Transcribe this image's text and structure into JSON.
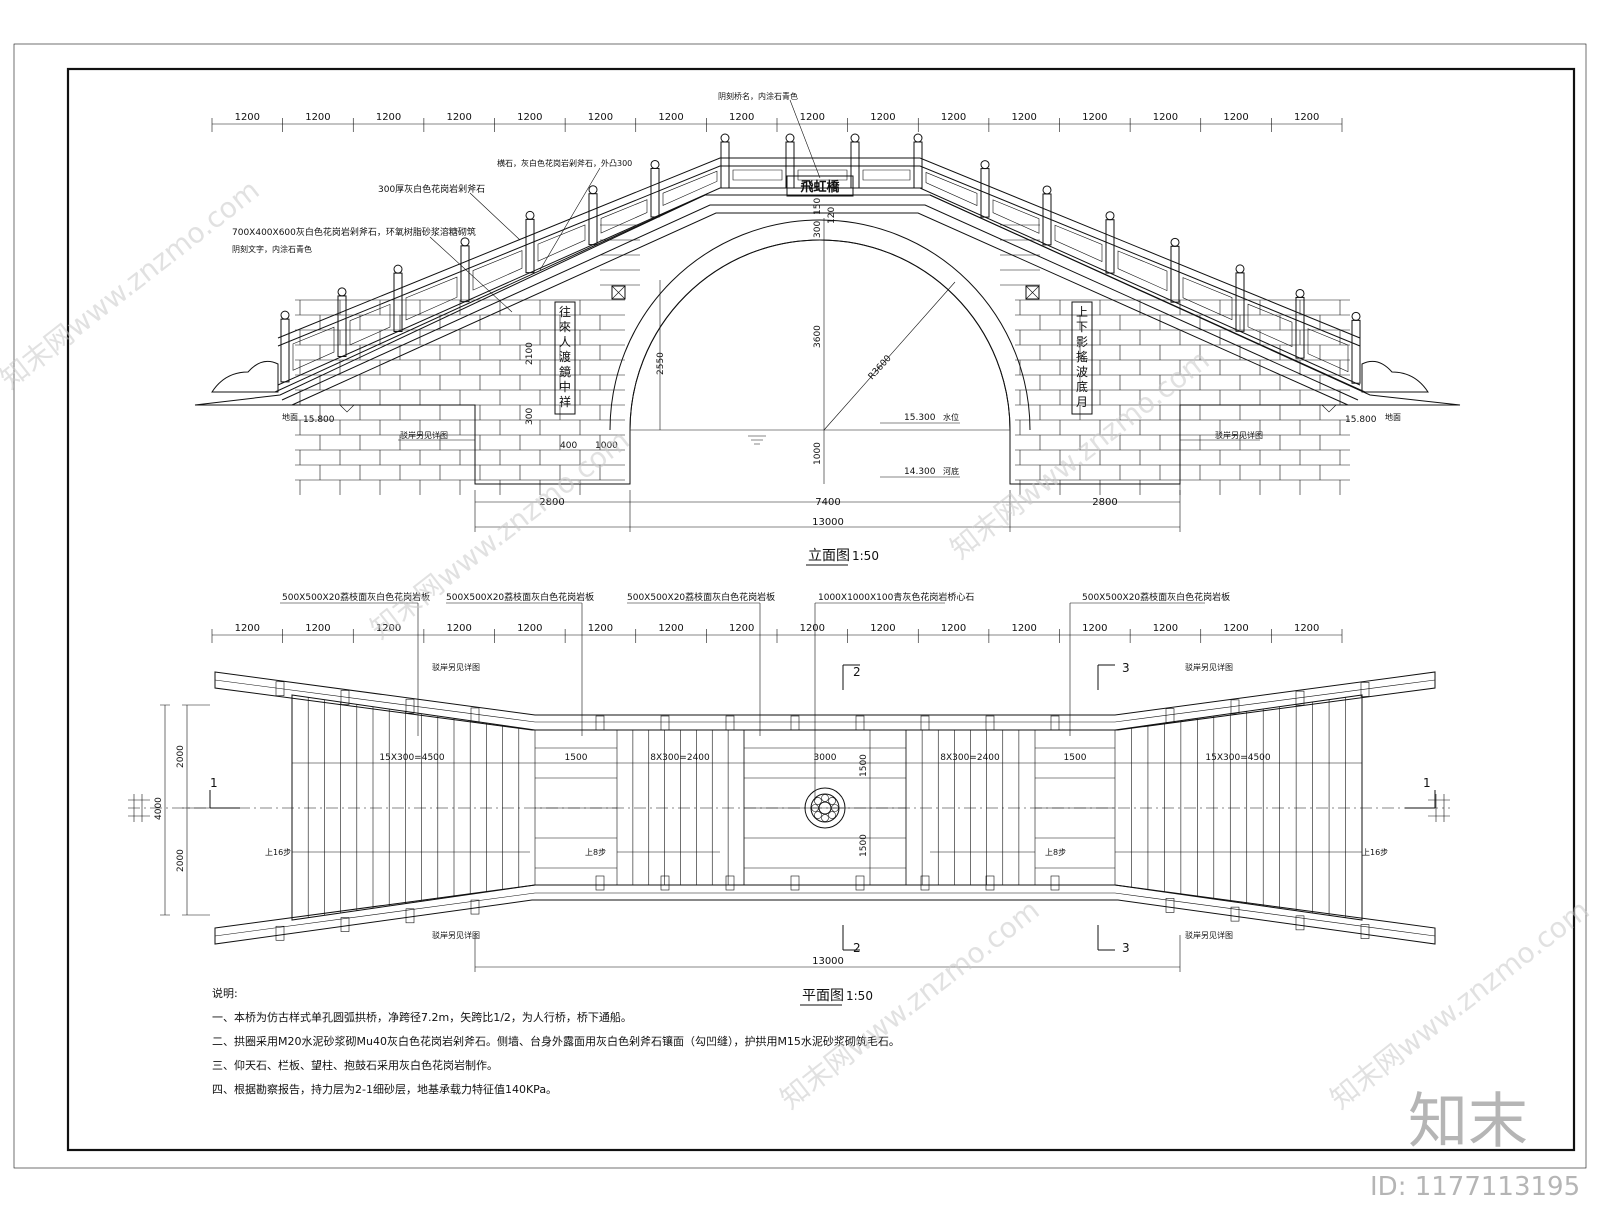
{
  "elevation": {
    "title": "立面图",
    "scale": "1:50",
    "top_dims": [
      "1200",
      "1200",
      "1200",
      "1200",
      "1200",
      "1200",
      "1200",
      "1200",
      "1200",
      "1200",
      "1200",
      "1200",
      "1200",
      "1200",
      "1200",
      "1200"
    ],
    "bottom_dims": [
      "2800",
      "7400",
      "2800"
    ],
    "total_dim": "13000",
    "notes": {
      "top_center": "阴刻桥名，内涂石青色",
      "cap_stone": "横石，灰白色花岗岩剁斧石，外凸300",
      "slab300": "300厚灰白色花岗岩剁斧石",
      "block": "700X400X600灰白色花岗岩剁斧石，环氧树脂砂浆溶糖砌筑",
      "engrave": "阴刻文字，内涂石青色",
      "ground_left": "地面",
      "ground_right": "地面",
      "bank_left": "驳岸另见详图",
      "bank_right": "驳岸另见详图",
      "water": "水位",
      "riverbed": "河底"
    },
    "levels": {
      "ground_left": "15.800",
      "ground_right": "15.800",
      "water": "15.300",
      "riverbed": "14.300"
    },
    "vdims": {
      "d300a": "300",
      "d150": "150",
      "d120": "120",
      "d2550": "2550",
      "d3600": "3600",
      "d2100": "2100",
      "d300b": "300",
      "d1000": "1000",
      "d400": "400",
      "d1000h": "1000"
    },
    "radius": "R3600",
    "bridge_name": "飛虹橋",
    "couplet_left": [
      "往",
      "來",
      "人",
      "渡",
      "鏡",
      "中",
      "祥"
    ],
    "couplet_right": [
      "上",
      "下",
      "影",
      "搖",
      "波",
      "底",
      "月"
    ]
  },
  "plan": {
    "title": "平面图",
    "scale": "1:50",
    "top_dims": [
      "1200",
      "1200",
      "1200",
      "1200",
      "1200",
      "1200",
      "1200",
      "1200",
      "1200",
      "1200",
      "1200",
      "1200",
      "1200",
      "1200",
      "1200",
      "1200"
    ],
    "labels": {
      "slab1": "500X500X20荔枝面灰白色花岗岩板",
      "slab2": "500X500X20荔枝面灰白色花岗岩板",
      "slab3": "500X500X20荔枝面灰白色花岗岩板",
      "center_stone": "1000X1000X100青灰色花岗岩桥心石",
      "slab4": "500X500X20荔枝面灰白色花岗岩板"
    },
    "segments": [
      "15X300=4500",
      "1500",
      "8X300=2400",
      "3000",
      "8X300=2400",
      "1500",
      "15X300=4500"
    ],
    "steps": [
      "上16步",
      "上8步",
      "上8步",
      "上16步"
    ],
    "side_dims": [
      "2000",
      "2000"
    ],
    "width_dim": "4000",
    "center_dims": [
      "1500",
      "1500"
    ],
    "total_dim": "13000",
    "sections": [
      "1",
      "1",
      "2",
      "2",
      "3",
      "3"
    ],
    "bank_labels": [
      "驳岸另见详图",
      "驳岸另见详图",
      "驳岸另见详图",
      "驳岸另见详图"
    ]
  },
  "notes": {
    "heading": "说明:",
    "items": [
      "一、本桥为仿古样式单孔圆弧拱桥，净跨径7.2m，矢跨比1/2，为人行桥，桥下通船。",
      "二、拱圈采用M20水泥砂浆砌Mu40灰白色花岗岩剁斧石。侧墙、台身外露面用灰白色剁斧石镶面（勾凹缝），护拱用M15水泥砂浆砌筑毛石。",
      "三、仰天石、栏板、望柱、抱鼓石采用灰白色花岗岩制作。",
      "四、根据勘察报告，持力层为2-1细砂层，地基承载力特征值140KPa。"
    ]
  },
  "watermark": {
    "brand": "知末",
    "id": "ID: 1177113195",
    "site": "知末网www.znzmo.com"
  }
}
